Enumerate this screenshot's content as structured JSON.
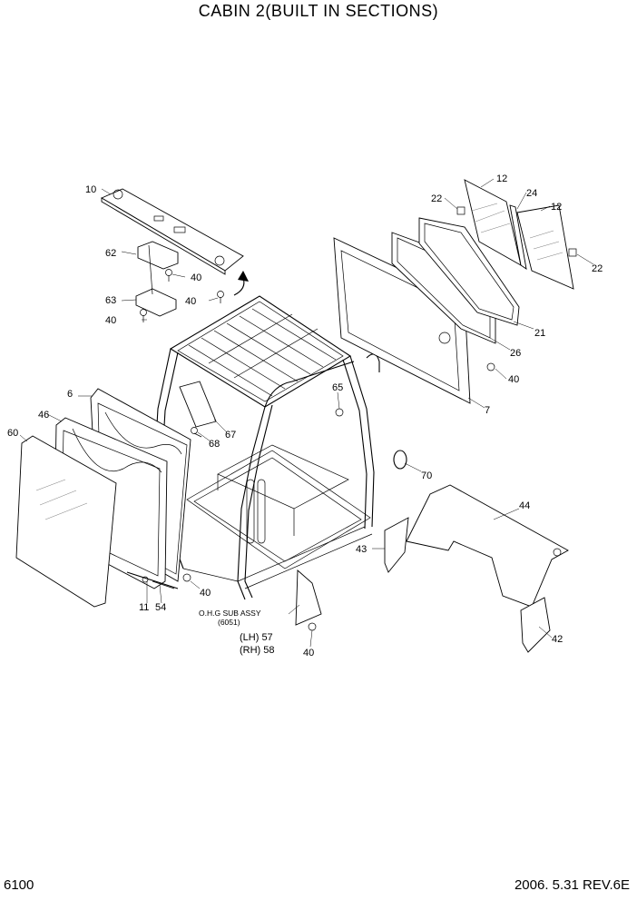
{
  "title": "CABIN 2(BUILT IN SECTIONS)",
  "page_number": "6100",
  "date_revision": "2006. 5.31  REV.6E",
  "subassembly": {
    "line1": "O.H.G SUB ASSY",
    "line2": "(6051)"
  },
  "side_labels": {
    "lh": "(LH) 57",
    "rh": "(RH) 58"
  },
  "part_numbers": {
    "p10": "10",
    "p62": "62",
    "p63": "63",
    "p40a": "40",
    "p40b": "40",
    "p40c": "40",
    "p40d": "40",
    "p40e": "40",
    "p40f": "40",
    "p12a": "12",
    "p12b": "12",
    "p22a": "22",
    "p22b": "22",
    "p24": "24",
    "p21": "21",
    "p26": "26",
    "p7": "7",
    "p65": "65",
    "p67": "67",
    "p68": "68",
    "p70": "70",
    "p6": "6",
    "p46": "46",
    "p60": "60",
    "p11": "11",
    "p54": "54",
    "p44": "44",
    "p43": "43",
    "p42": "42"
  }
}
